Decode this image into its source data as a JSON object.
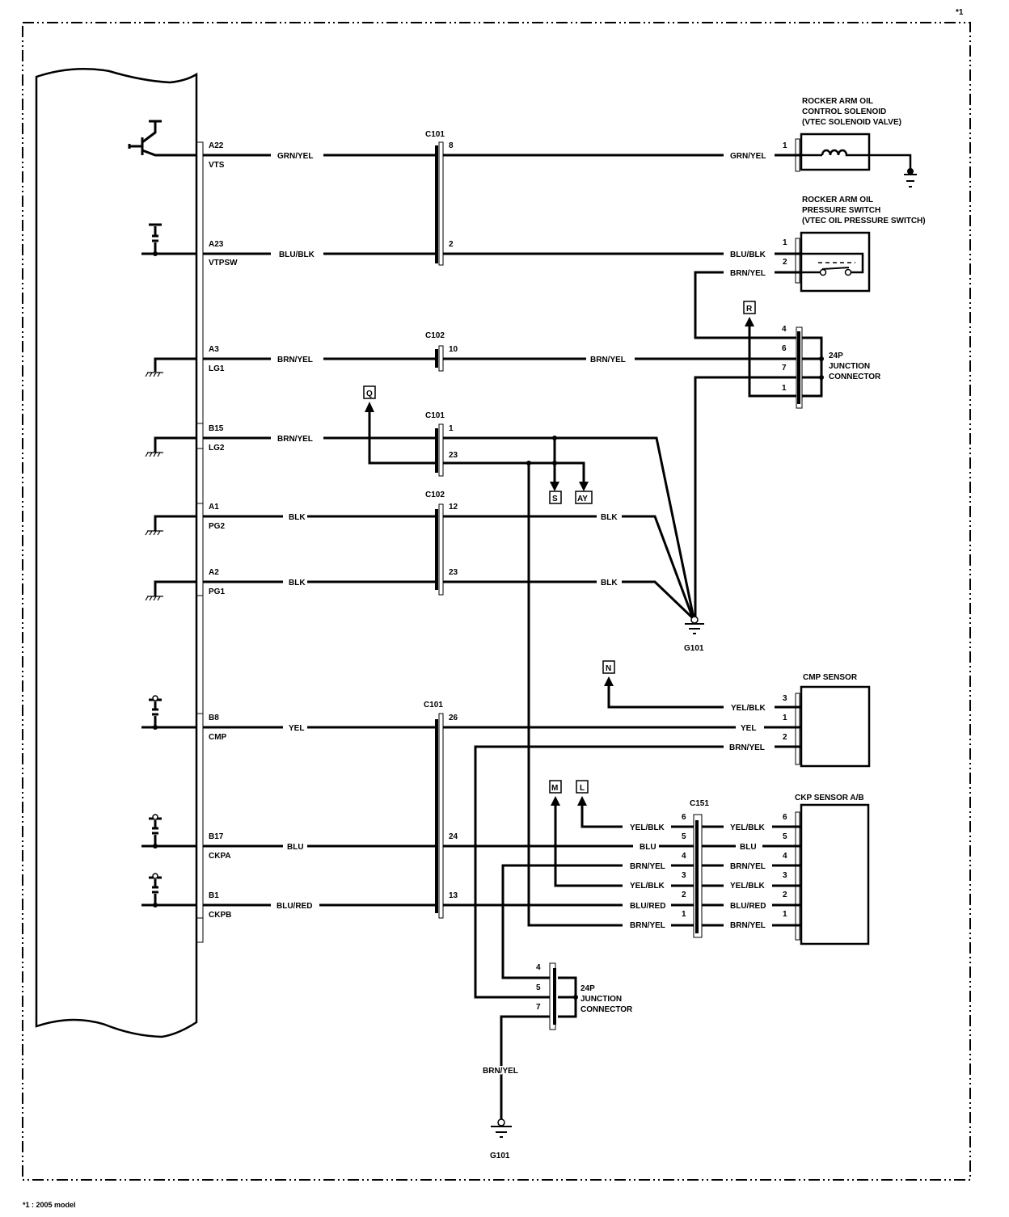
{
  "diagram": {
    "note_marker": "*1",
    "footnote": "*1 : 2005 model",
    "ecm_pins": [
      {
        "pin": "A22",
        "signal": "VTS",
        "wire": "GRN/YEL"
      },
      {
        "pin": "A23",
        "signal": "VTPSW",
        "wire": "BLU/BLK"
      },
      {
        "pin": "A3",
        "signal": "LG1",
        "wire": "BRN/YEL"
      },
      {
        "pin": "B15",
        "signal": "LG2",
        "wire": "BRN/YEL"
      },
      {
        "pin": "A1",
        "signal": "PG2",
        "wire": "BLK"
      },
      {
        "pin": "A2",
        "signal": "PG1",
        "wire": "BLK"
      },
      {
        "pin": "B8",
        "signal": "CMP",
        "wire": "YEL"
      },
      {
        "pin": "B17",
        "signal": "CKPA",
        "wire": "BLU"
      },
      {
        "pin": "B1",
        "signal": "CKPB",
        "wire": "BLU/RED"
      }
    ],
    "connectors": {
      "c101_top": {
        "name": "C101",
        "pins": [
          "8",
          "2"
        ]
      },
      "c102_a": {
        "name": "C102",
        "pins": [
          "10"
        ]
      },
      "c101_mid": {
        "name": "C101",
        "pins": [
          "1",
          "23"
        ]
      },
      "c102_b": {
        "name": "C102",
        "pins": [
          "12",
          "23"
        ]
      },
      "c101_low": {
        "name": "C101",
        "pins": [
          "26",
          "24",
          "13"
        ]
      },
      "c151": {
        "name": "C151",
        "pins": [
          "6",
          "5",
          "4",
          "3",
          "2",
          "1"
        ]
      },
      "jc_upper": {
        "label1": "24P",
        "label2": "JUNCTION",
        "label3": "CONNECTOR",
        "pins": [
          "4",
          "6",
          "7",
          "1"
        ]
      },
      "jc_lower": {
        "label1": "24P",
        "label2": "JUNCTION",
        "label3": "CONNECTOR",
        "pins": [
          "4",
          "5",
          "7"
        ]
      }
    },
    "components": {
      "solenoid": {
        "line1": "ROCKER ARM OIL",
        "line2": "CONTROL SOLENOID",
        "line3": "(VTEC SOLENOID VALVE)",
        "pin": "1",
        "wire": "GRN/YEL"
      },
      "pressure_switch": {
        "line1": "ROCKER ARM OIL",
        "line2": "PRESSURE SWITCH",
        "line3": "(VTEC OIL PRESSURE SWITCH)",
        "pins": [
          "1",
          "2"
        ],
        "wires": [
          "BLU/BLK",
          "BRN/YEL"
        ]
      },
      "cmp_sensor": {
        "title": "CMP SENSOR",
        "pins": [
          "3",
          "1",
          "2"
        ],
        "wires": [
          "YEL/BLK",
          "YEL",
          "BRN/YEL"
        ]
      },
      "ckp_sensor": {
        "title": "CKP SENSOR A/B",
        "pins": [
          "6",
          "5",
          "4",
          "3",
          "2",
          "1"
        ],
        "wires": [
          "YEL/BLK",
          "BLU",
          "BRN/YEL",
          "YEL/BLK",
          "BLU/RED",
          "BRN/YEL"
        ]
      }
    },
    "wire_labels": {
      "brn_yel": "BRN/YEL",
      "blk": "BLK",
      "g101_wire": "BRN/YEL"
    },
    "grounds": {
      "upper": "G101",
      "lower": "G101"
    },
    "refs": {
      "R": "R",
      "Q": "Q",
      "S": "S",
      "AY": "AY",
      "N": "N",
      "M": "M",
      "L": "L"
    }
  }
}
